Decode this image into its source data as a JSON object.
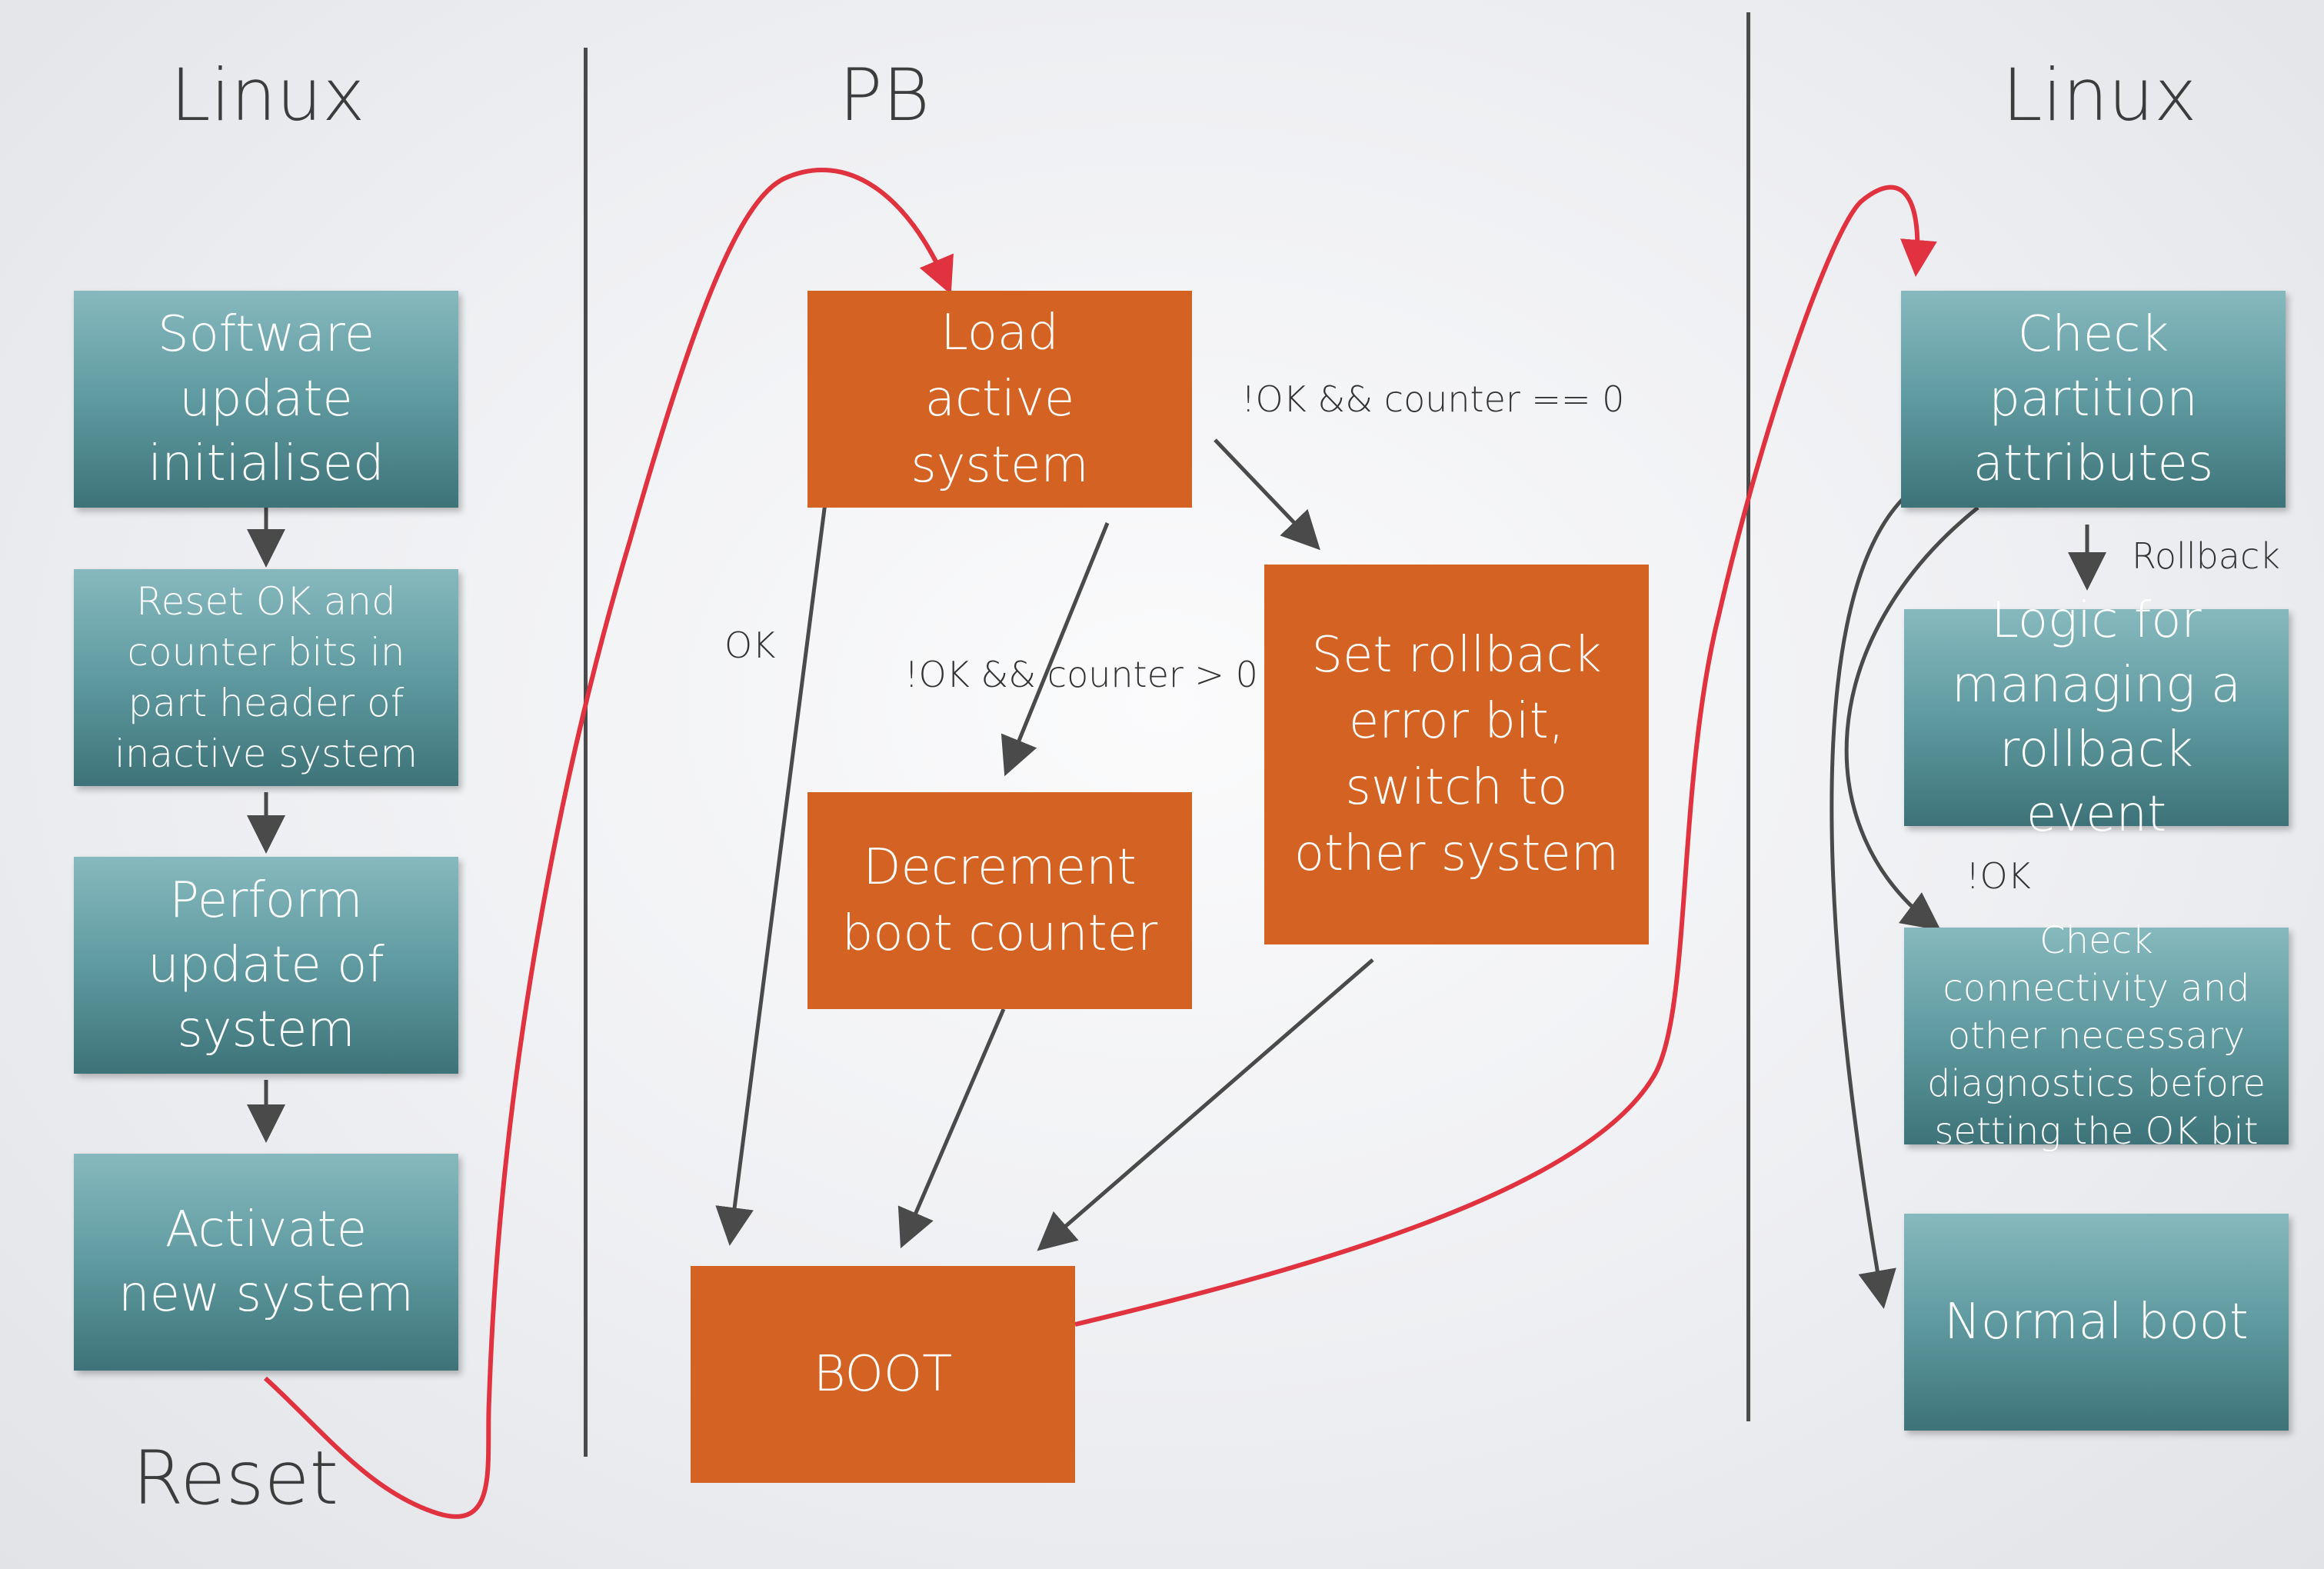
{
  "columns": {
    "left_title": "Linux",
    "middle_title": "PB",
    "right_title": "Linux"
  },
  "left": {
    "box1": "Software update initialised",
    "box2": "Reset OK and counter bits in part header of inactive system",
    "box3": "Perform update of system",
    "box4": "Activate new system",
    "reset_label": "Reset"
  },
  "middle": {
    "load": "Load active system",
    "decrement": "Decrement boot counter",
    "rollback": "Set rollback error bit, switch to other system",
    "boot": "BOOT",
    "label_ok": "OK",
    "label_counter_gt0": "!OK && counter > 0",
    "label_counter_eq0": "!OK && counter == 0"
  },
  "right": {
    "check_partition": "Check partition attributes",
    "logic_rollback": "Logic for managing a rollback event",
    "check_connectivity": "Check connectivity and other necessary diagnostics before setting the OK bit",
    "normal_boot": "Normal boot",
    "label_rollback": "Rollback",
    "label_not_ok": "!OK"
  },
  "colors": {
    "teal_box": "#5f9aa0",
    "orange_box": "#d46223",
    "red_flow": "#e0333f",
    "arrow": "#4a4a4a"
  }
}
